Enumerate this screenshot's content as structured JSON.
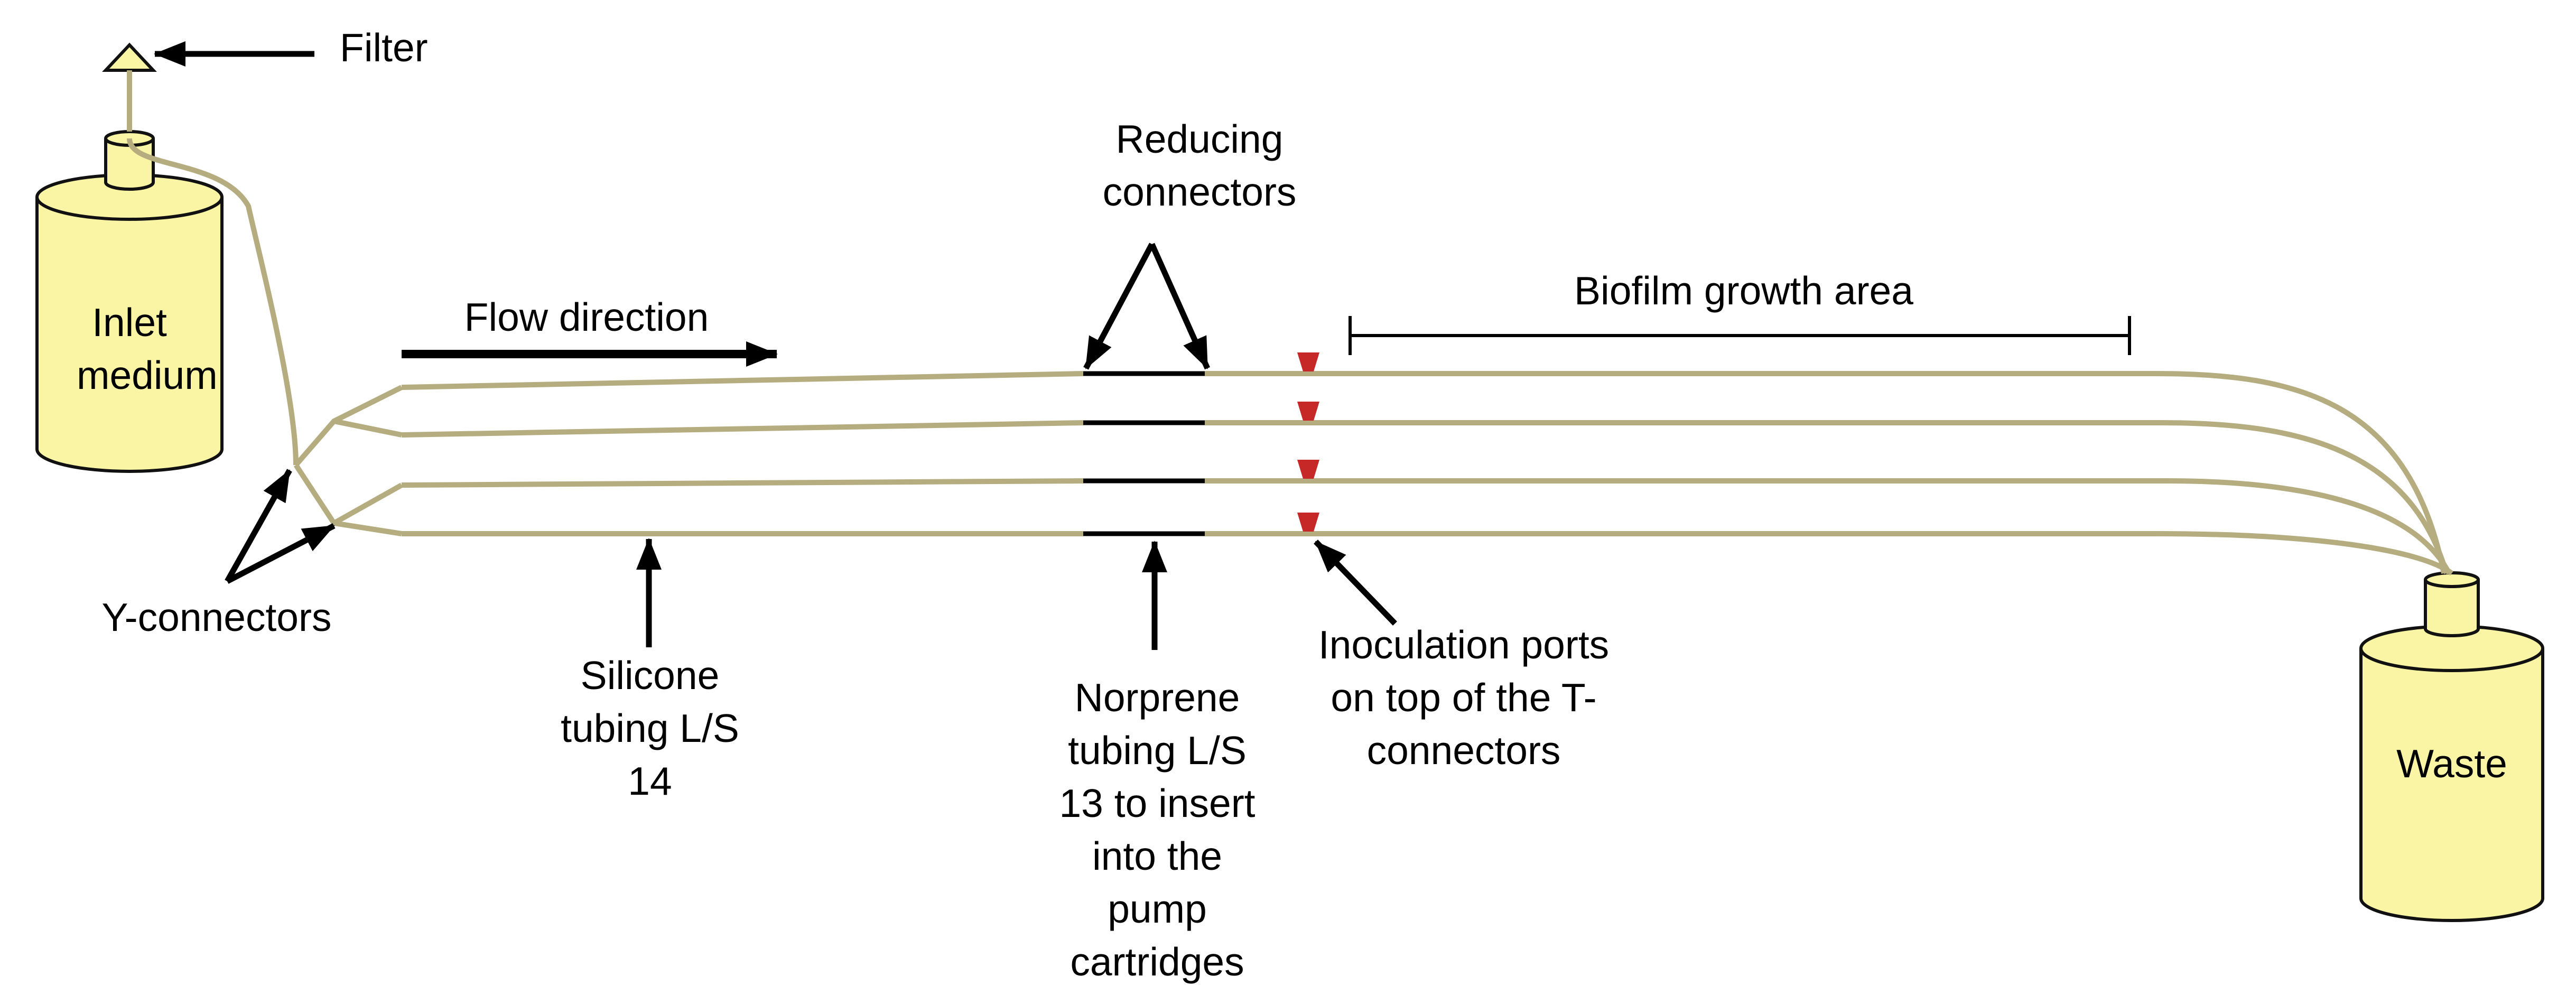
{
  "colors": {
    "tubing": "#b5ad80",
    "container_fill": "#faf5a5",
    "container_stroke": "#111111",
    "port": "#c62828",
    "arrow": "#000000"
  },
  "labels": {
    "filter": "Filter",
    "inlet_medium": [
      "Inlet",
      "medium"
    ],
    "waste": "Waste",
    "flow_direction": "Flow direction",
    "reducing_connectors": [
      "Reducing",
      "connectors"
    ],
    "biofilm_growth_area": "Biofilm growth area",
    "y_connectors": "Y-connectors",
    "silicone_tubing": [
      "Silicone",
      "tubing L/S",
      "14"
    ],
    "norprene_tubing": [
      "Norprene",
      "tubing L/S",
      "13 to insert",
      "into the",
      "pump",
      "cartridges"
    ],
    "inoculation_ports": [
      "Inoculation ports",
      "on top of the T-",
      "connectors"
    ]
  },
  "icons": {
    "filter": "triangle-filter-icon",
    "inlet_bottle": "cylinder-bottle-icon",
    "waste_bottle": "cylinder-bottle-icon",
    "inoculation_port": "trapezoid-port-icon"
  }
}
